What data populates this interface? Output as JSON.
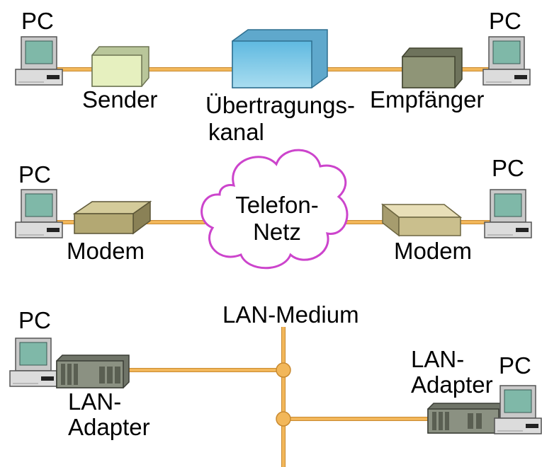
{
  "colors": {
    "cable": "#f2b75a",
    "cable_edge": "#c98a30",
    "sender_box": "#e6f0bf",
    "channel_box": "#8fd0ea",
    "receiver_box": "#8f9577",
    "modem_box": "#b3a873",
    "cloud_outline": "#cc44cc",
    "adapter_box": "#8b9182",
    "pc_screen": "#7fb8a8"
  },
  "row1": {
    "pc_left": "PC",
    "pc_right": "PC",
    "sender": "Sender",
    "channel_line1": "Übertragungs-",
    "channel_line2": "kanal",
    "receiver": "Empfänger"
  },
  "row2": {
    "pc_left": "PC",
    "pc_right": "PC",
    "modem_left": "Modem",
    "modem_right": "Modem",
    "cloud_line1": "Telefon-",
    "cloud_line2": "Netz"
  },
  "row3": {
    "pc_left": "PC",
    "pc_right": "PC",
    "medium": "LAN-Medium",
    "adapter_left_line1": "LAN-",
    "adapter_left_line2": "Adapter",
    "adapter_right_line1": "LAN-",
    "adapter_right_line2": "Adapter"
  }
}
